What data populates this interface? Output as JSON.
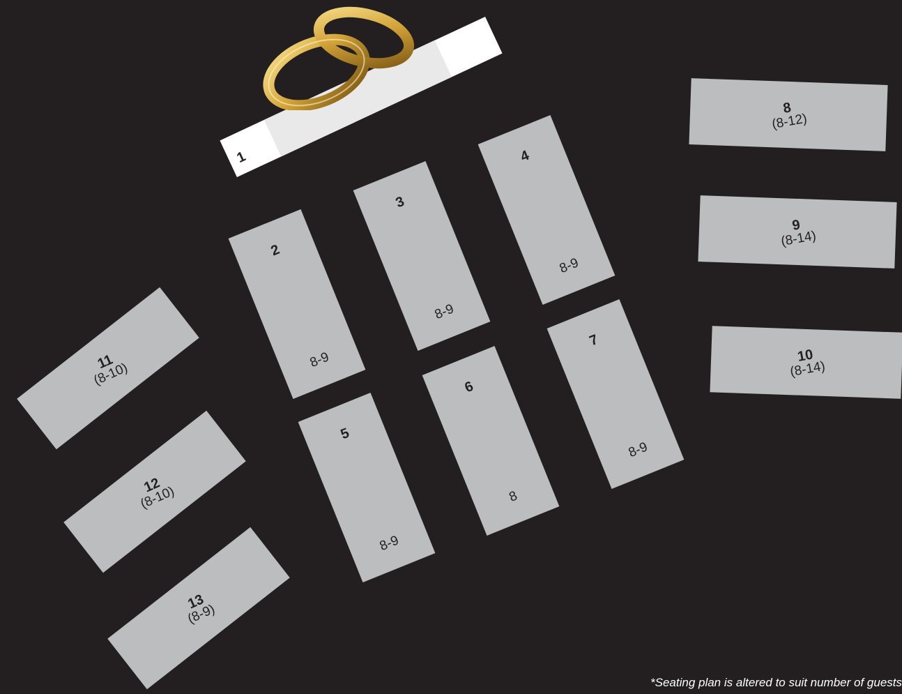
{
  "tables": {
    "t1": {
      "number": "1"
    },
    "t2": {
      "number": "2",
      "seats": "8-9"
    },
    "t3": {
      "number": "3",
      "seats": "8-9"
    },
    "t4": {
      "number": "4",
      "seats": "8-9"
    },
    "t5": {
      "number": "5",
      "seats": "8-9"
    },
    "t6": {
      "number": "6",
      "seats": "8"
    },
    "t7": {
      "number": "7",
      "seats": "8-9"
    },
    "t8": {
      "number": "8",
      "seats": "(8-12)"
    },
    "t9": {
      "number": "9",
      "seats": "(8-14)"
    },
    "t10": {
      "number": "10",
      "seats": "(8-14)"
    },
    "t11": {
      "number": "11",
      "seats": "(8-10)"
    },
    "t12": {
      "number": "12",
      "seats": "(8-10)"
    },
    "t13": {
      "number": "13",
      "seats": "(8-9)"
    }
  },
  "footnote": "*Seating plan is altered to suit number of guests",
  "colors": {
    "background": "#231f20",
    "table": "#bcbdbf",
    "head_table": "#ffffff",
    "ring": "#d4a53a"
  },
  "icons": {
    "rings": "wedding-rings-icon"
  }
}
